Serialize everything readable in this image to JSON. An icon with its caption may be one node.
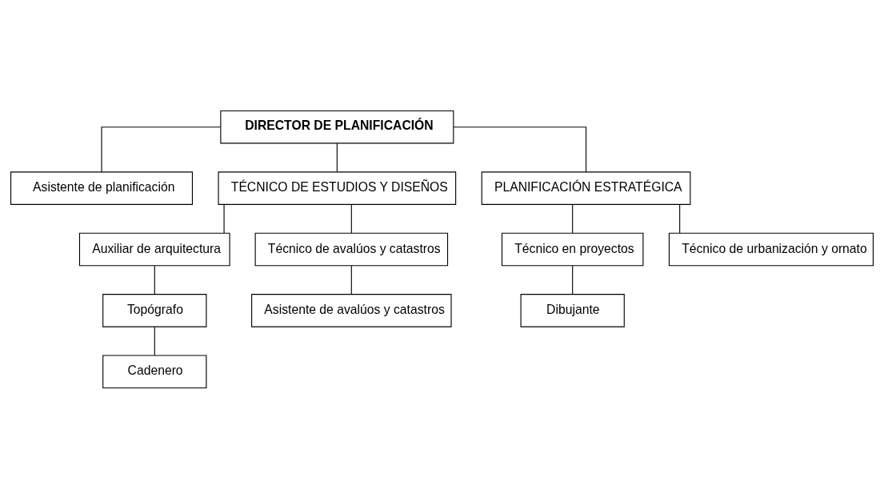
{
  "diagram": {
    "nodes": [
      {
        "text": [
          "DIRECTOR DE PLANIFICACIÓN"
        ]
      },
      {
        "text": [
          "Asistente de planificación"
        ]
      },
      {
        "text": [
          "TÉCNICO DE ESTUDIOS Y DISEÑOS"
        ]
      },
      {
        "text": [
          "PLANIFICACIÓN ESTRATÉGICA"
        ]
      },
      {
        "text": [
          "Auxiliar de arquitectura"
        ]
      },
      {
        "text": [
          "Técnico de avalúos y catastros"
        ]
      },
      {
        "text": [
          "Técnico en proyectos"
        ]
      },
      {
        "text": [
          "Técnico de urbanización y ornato"
        ]
      },
      {
        "text": [
          "Topógrafo"
        ]
      },
      {
        "text": [
          "Asistente de avalúos y catastros"
        ]
      },
      {
        "text": [
          "Dibujante"
        ]
      },
      {
        "text": [
          "Cadenero"
        ]
      }
    ],
    "edges": [
      {
        "from": 0,
        "to": 1,
        "arrow": "none"
      },
      {
        "from": 0,
        "to": 2,
        "arrow": "none"
      },
      {
        "from": 0,
        "to": 3,
        "arrow": "none"
      },
      {
        "from": 2,
        "to": 4,
        "arrow": "none"
      },
      {
        "from": 2,
        "to": 5,
        "arrow": "none"
      },
      {
        "from": 3,
        "to": 6,
        "arrow": "none"
      },
      {
        "from": 3,
        "to": 7,
        "arrow": "none"
      },
      {
        "from": 4,
        "to": 8,
        "arrow": "none"
      },
      {
        "from": 5,
        "to": 9,
        "arrow": "none"
      },
      {
        "from": 6,
        "to": 10,
        "arrow": "none"
      },
      {
        "from": 8,
        "to": 11,
        "arrow": "none"
      }
    ]
  }
}
